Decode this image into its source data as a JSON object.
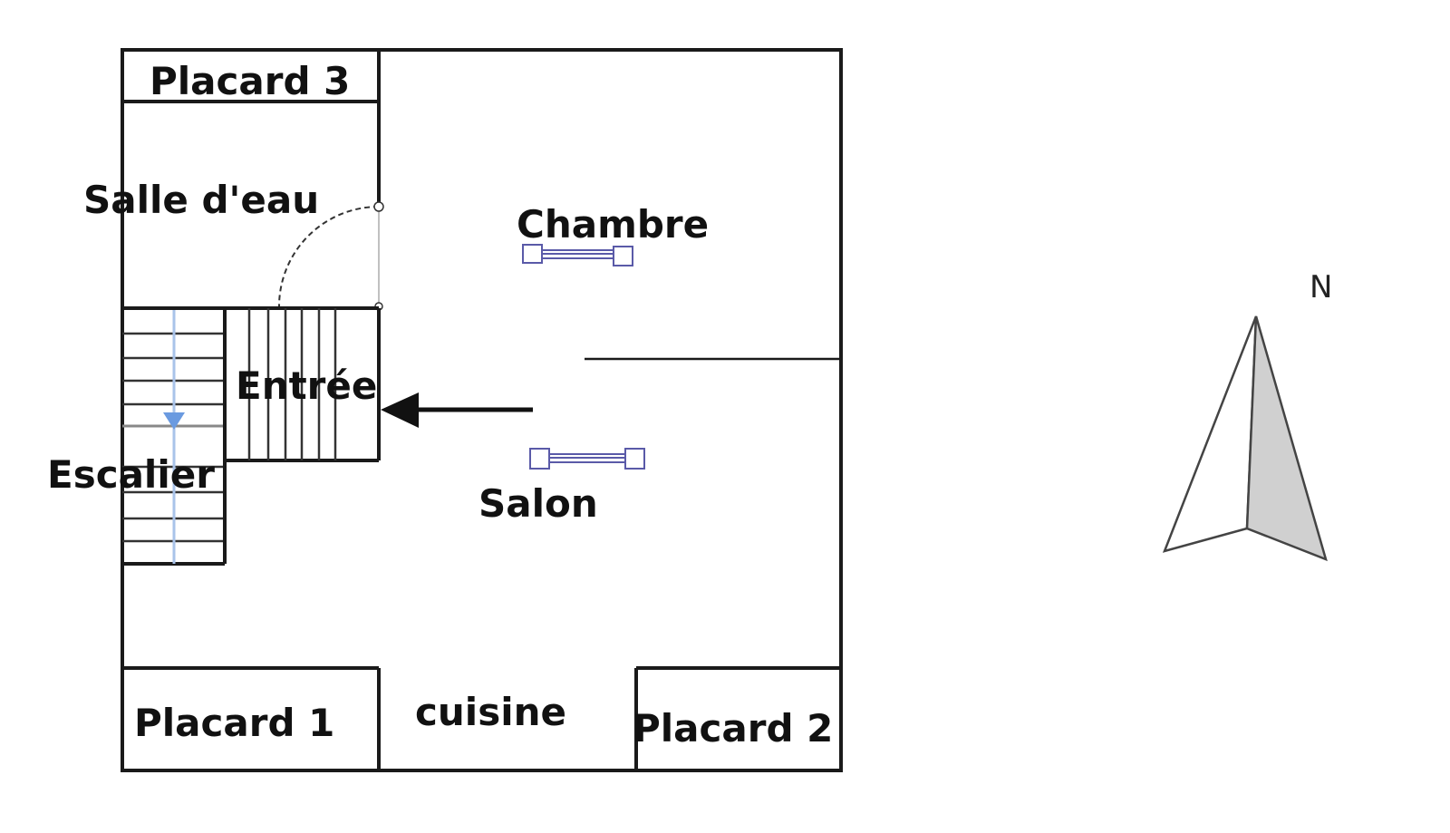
{
  "rooms": {
    "placard3": "Placard 3",
    "salle_deau": "Salle d'eau",
    "chambre": "Chambre",
    "entree": "Entrée",
    "escalier": "Escalier",
    "salon": "Salon",
    "placard1": "Placard 1",
    "cuisine": "cuisine",
    "placard2": "Placard 2"
  },
  "compass": {
    "north_label": "N",
    "fill_color": "#d0d0d0"
  },
  "colors": {
    "wall": "#1a1a1a",
    "window": "#5a5aa8",
    "stair_arrow": "#6a9ae0"
  }
}
